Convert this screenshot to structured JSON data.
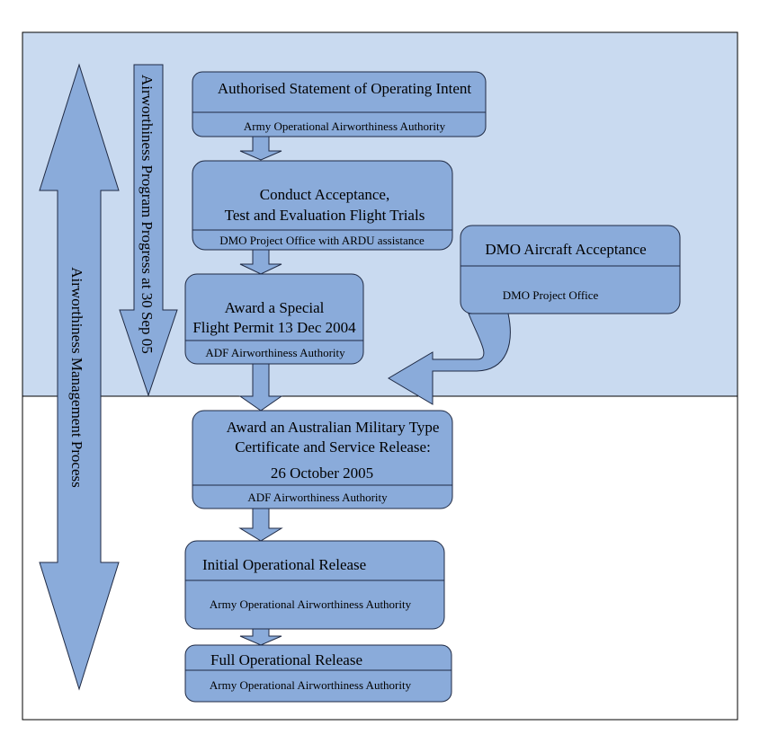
{
  "colors": {
    "highlight_region": "#c9daf0",
    "box_fill": "#8aabda",
    "arrow_fill": "#8aabda",
    "stroke": "#1f2a44",
    "frame": "#000000"
  },
  "side_arrows": {
    "management": "Airworthiness Management Process",
    "progress": "Airworthiness Program Progress at 30 Sep 05"
  },
  "boxes": {
    "asoi": {
      "title": "Authorised Statement of Operating Intent",
      "authority": "Army Operational Airworthiness Authority"
    },
    "trials": {
      "title_line1": "Conduct Acceptance,",
      "title_line2": "Test and Evaluation  Flight Trials",
      "authority": "DMO Project Office with ARDU assistance"
    },
    "dmo_acceptance": {
      "title": "DMO Aircraft Acceptance",
      "authority": "DMO Project Office"
    },
    "special_permit": {
      "title_line1": "Award a Special",
      "title_line2": "Flight Permit 13 Dec 2004",
      "authority": "ADF Airworthiness Authority"
    },
    "type_certificate": {
      "title_line1": "Award an Australian Military Type",
      "title_line2": "Certificate and Service Release:",
      "title_line3": "26 October 2005",
      "authority": "ADF Airworthiness Authority"
    },
    "initial_release": {
      "title": "Initial Operational Release",
      "authority": "Army Operational Airworthiness Authority"
    },
    "full_release": {
      "title": "Full Operational Release",
      "authority": "Army Operational Airworthiness Authority"
    }
  }
}
